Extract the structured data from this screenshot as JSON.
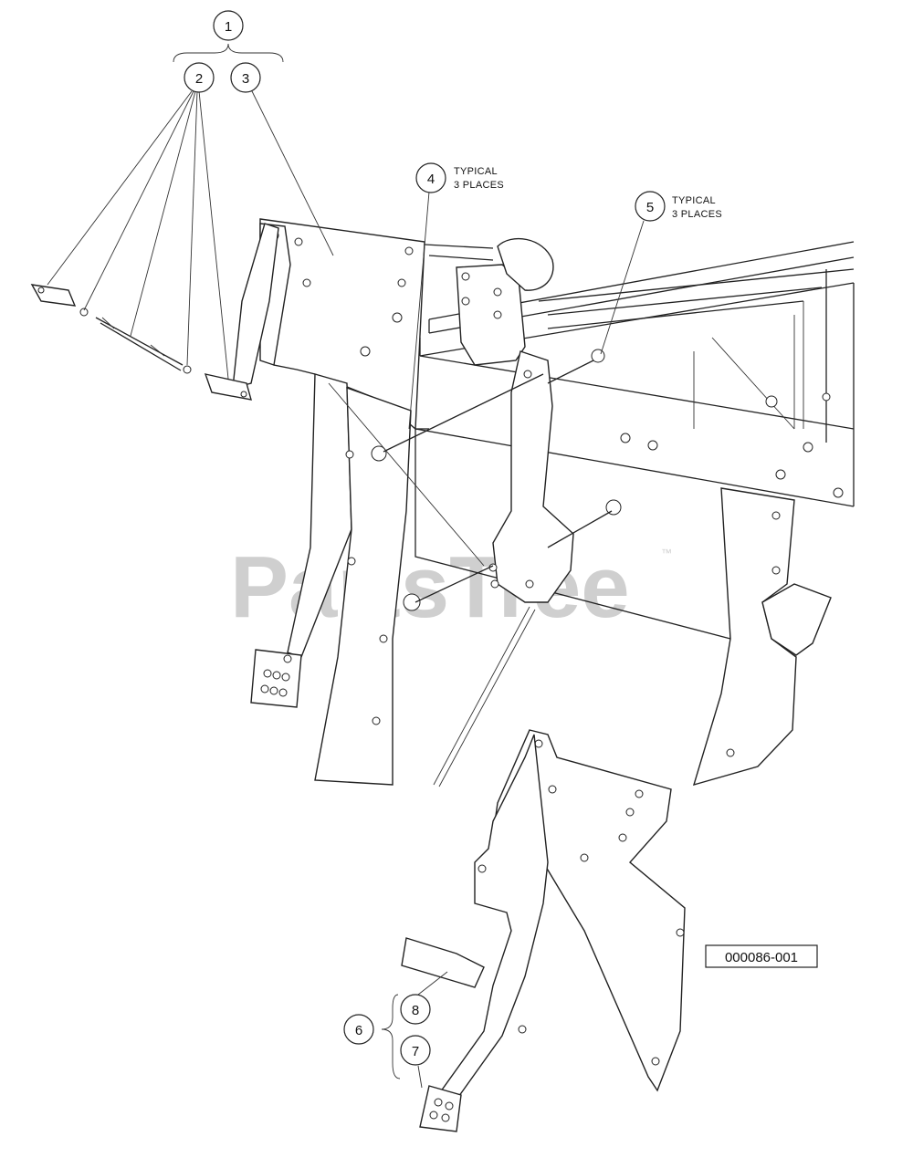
{
  "callouts": [
    {
      "id": "1",
      "label": "1"
    },
    {
      "id": "2",
      "label": "2"
    },
    {
      "id": "3",
      "label": "3"
    },
    {
      "id": "4",
      "label": "4",
      "note": [
        "TYPICAL",
        "3 PLACES"
      ]
    },
    {
      "id": "5",
      "label": "5",
      "note": [
        "TYPICAL",
        "3 PLACES"
      ]
    },
    {
      "id": "6",
      "label": "6"
    },
    {
      "id": "7",
      "label": "7"
    },
    {
      "id": "8",
      "label": "8"
    }
  ],
  "reference_number": "000086-001",
  "watermark": {
    "text": "PartsTree",
    "trademark": "™"
  }
}
